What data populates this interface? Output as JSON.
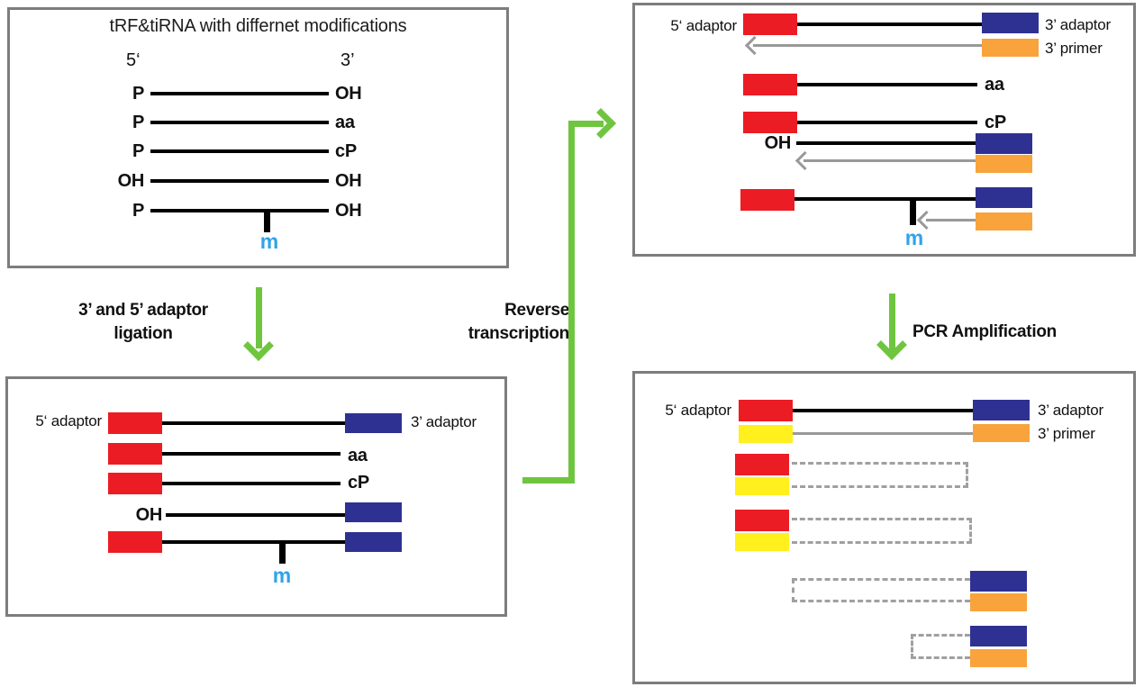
{
  "colors": {
    "red": "#EC1C24",
    "blue": "#2E3192",
    "orange": "#F9A33C",
    "yellow": "#FFF01E",
    "green": "#6FC53F",
    "gray_arrow": "#999999",
    "dashed_gray": "#A0A0A0",
    "panel_border": "#7D7D7D",
    "modification_blue": "#2FA3E8"
  },
  "panels": {
    "modifications": {
      "title": "tRF&tiRNA with differnet modifications",
      "five_prime": "5‘",
      "three_prime": "3’",
      "rows": [
        {
          "left": "P",
          "right": "OH"
        },
        {
          "left": "P",
          "right": "aa"
        },
        {
          "left": "P",
          "right": "cP"
        },
        {
          "left": "OH",
          "right": "OH"
        },
        {
          "left": "P",
          "right": "OH"
        }
      ],
      "modification": "m"
    },
    "ligation": {
      "five_adaptor": "5‘ adaptor",
      "three_adaptor": "3’ adaptor",
      "row2_right": "aa",
      "row3_right": "cP",
      "row4_left": "OH",
      "modification": "m"
    },
    "reverse_transcription": {
      "five_adaptor": "5‘ adaptor",
      "three_adaptor": "3’ adaptor",
      "three_primer": "3’ primer",
      "row2_right": "aa",
      "row3_right": "cP",
      "row4_left": "OH",
      "modification": "m"
    },
    "pcr": {
      "five_adaptor": "5‘ adaptor",
      "three_adaptor": "3’ adaptor",
      "three_primer": "3’ primer"
    }
  },
  "flow": {
    "ligation_line1": "3’ and 5’ adaptor",
    "ligation_line2": "ligation",
    "rt_line1": "Reverse",
    "rt_line2": "transcription",
    "pcr_label": "PCR Amplification"
  }
}
